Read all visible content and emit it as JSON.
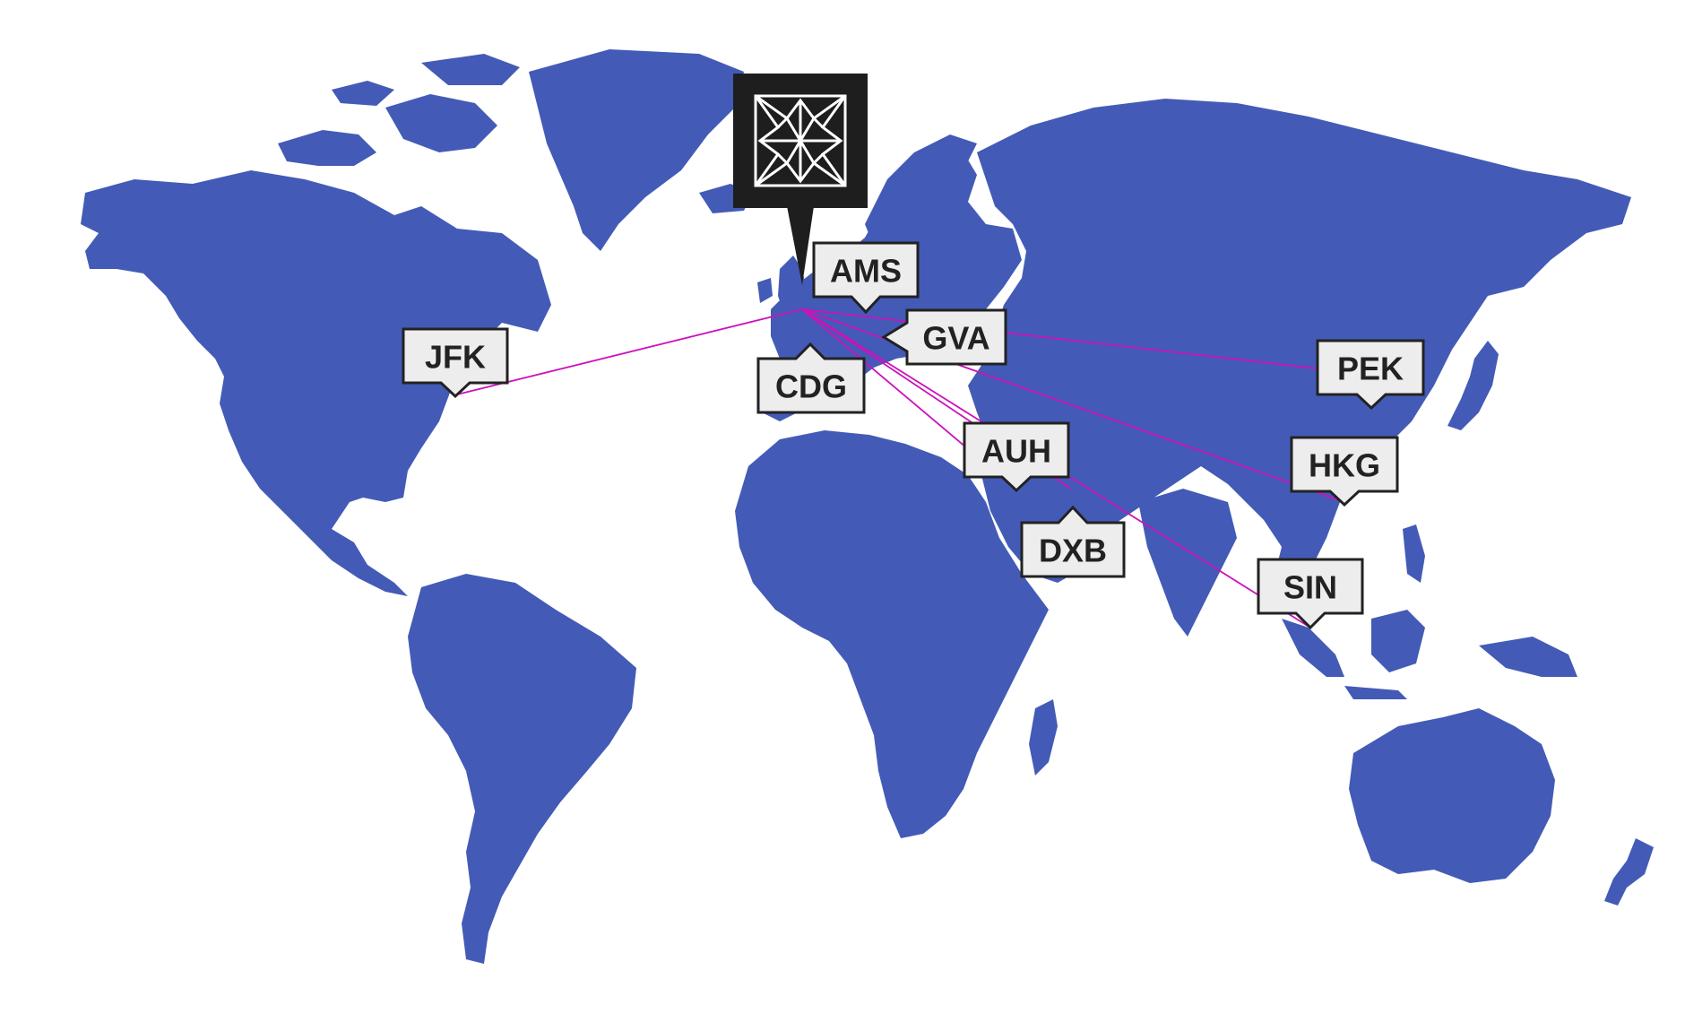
{
  "map": {
    "hub": {
      "name": "hub-logo",
      "icon": "star-tile-logo-icon"
    },
    "airports": [
      {
        "code": "JFK"
      },
      {
        "code": "AMS"
      },
      {
        "code": "GVA"
      },
      {
        "code": "CDG"
      },
      {
        "code": "PEK"
      },
      {
        "code": "AUH"
      },
      {
        "code": "HKG"
      },
      {
        "code": "DXB"
      },
      {
        "code": "SIN"
      }
    ]
  },
  "colors": {
    "land": "#435bb6",
    "route": "#cc11bb",
    "label_fill": "#ededed",
    "label_border": "#222222",
    "hub_fill": "#1e1e1e"
  }
}
